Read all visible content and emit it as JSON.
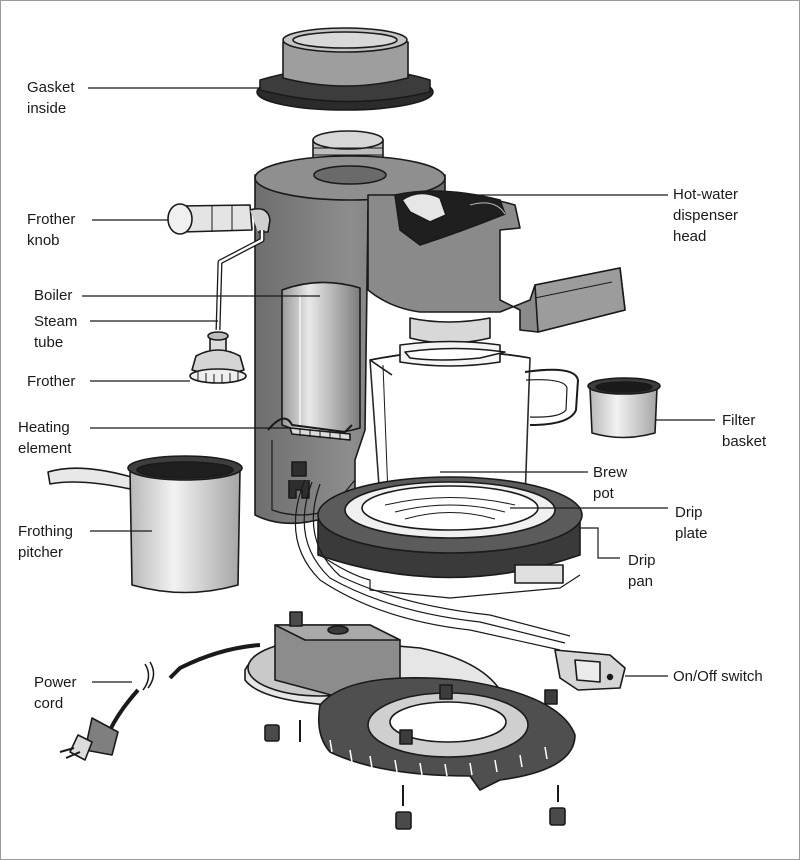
{
  "labels": {
    "gasket": [
      "Gasket",
      "inside"
    ],
    "frother_knob": [
      "Frother",
      "knob"
    ],
    "boiler": [
      "Boiler"
    ],
    "steam_tube": [
      "Steam",
      "tube"
    ],
    "frother": [
      "Frother"
    ],
    "heating_element": [
      "Heating",
      "element"
    ],
    "frothing_pitcher": [
      "Frothing",
      "pitcher"
    ],
    "power_cord": [
      "Power",
      "cord"
    ],
    "dispenser_head": [
      "Hot-water",
      "dispenser",
      "head"
    ],
    "filter_basket": [
      "Filter",
      "basket"
    ],
    "brew_pot": [
      "Brew",
      "pot"
    ],
    "drip_plate": [
      "Drip",
      "plate"
    ],
    "drip_pan": [
      "Drip",
      "pan"
    ],
    "on_off_switch": [
      "On/Off switch"
    ]
  },
  "colors": {
    "line": "#1a1a1a",
    "dark": "#3a3a3a",
    "mid": "#8a8a8a",
    "light": "#c9c9c9",
    "pale": "#e6e6e6"
  }
}
